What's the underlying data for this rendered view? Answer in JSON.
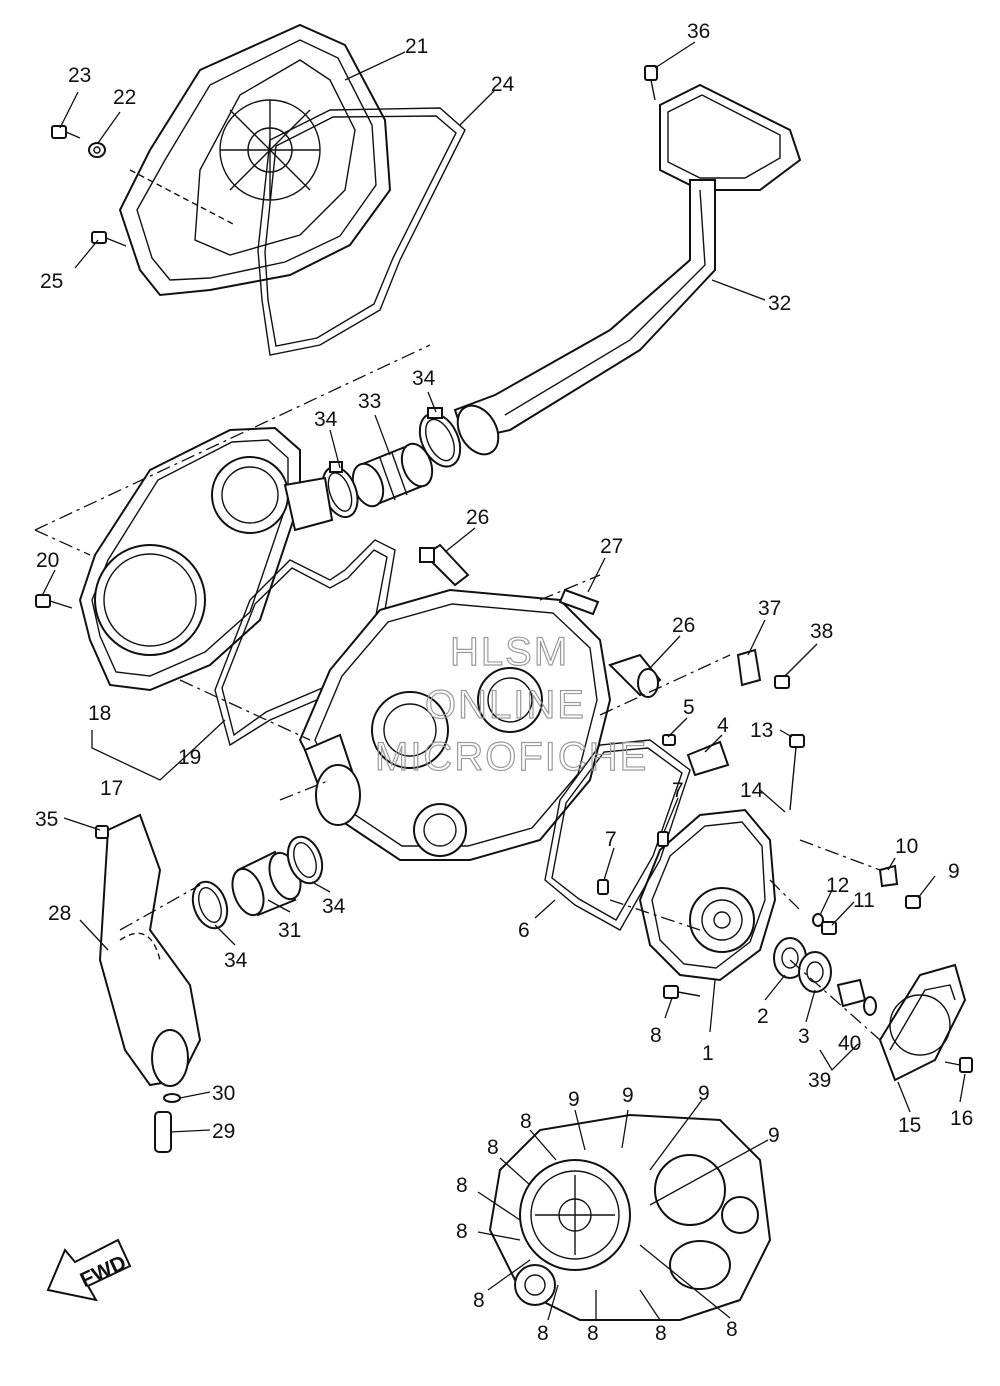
{
  "watermark": {
    "line1": "HLSM",
    "line2": "ONLINE",
    "line3": "MICROFICHE"
  },
  "fwd_label": "FWD",
  "callouts": [
    "21",
    "23",
    "22",
    "24",
    "25",
    "36",
    "32",
    "34",
    "33",
    "34",
    "26",
    "27",
    "26",
    "20",
    "37",
    "38",
    "5",
    "4",
    "13",
    "18",
    "19",
    "17",
    "14",
    "7",
    "10",
    "9",
    "35",
    "7",
    "12",
    "11",
    "28",
    "34",
    "31",
    "34",
    "6",
    "2",
    "3",
    "40",
    "8",
    "1",
    "39",
    "15",
    "16",
    "30",
    "29",
    "9",
    "9",
    "9",
    "8",
    "9",
    "8",
    "8",
    "8",
    "8",
    "8",
    "8",
    "8",
    "8"
  ]
}
